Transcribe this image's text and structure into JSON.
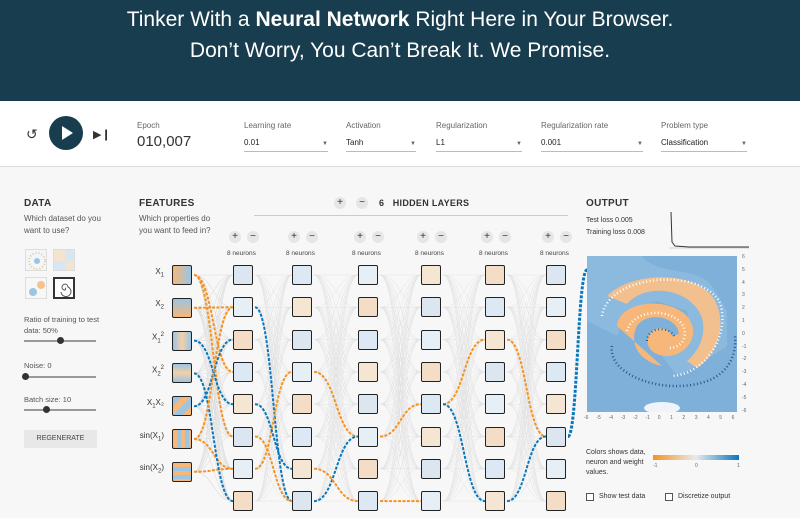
{
  "hero": {
    "line1_pre": "Tinker With a ",
    "line1_bold": "Neural Network",
    "line1_post": " Right Here in Your Browser.",
    "line2": "Don’t Worry, You Can’t Break It. We Promise."
  },
  "controls": {
    "reset_icon": "reset-icon",
    "play_icon": "play-icon",
    "step_icon": "step-icon",
    "epoch_label": "Epoch",
    "epoch_value": "010,007",
    "learning_rate_label": "Learning rate",
    "learning_rate_value": "0.01",
    "activation_label": "Activation",
    "activation_value": "Tanh",
    "regularization_label": "Regularization",
    "regularization_value": "L1",
    "reg_rate_label": "Regularization rate",
    "reg_rate_value": "0.001",
    "problem_type_label": "Problem type",
    "problem_type_value": "Classification"
  },
  "data_panel": {
    "title": "DATA",
    "subtitle": "Which dataset do you want to use?",
    "ratio_label": "Ratio of training to test data:  50%",
    "ratio_value": 50,
    "noise_label": "Noise:  0",
    "noise_value": 0,
    "batch_label": "Batch size:  10",
    "batch_value": 10,
    "regenerate": "REGENERATE"
  },
  "features": {
    "title": "FEATURES",
    "subtitle": "Which properties do you want to feed in?",
    "items": [
      {
        "label": "X",
        "sub": "1",
        "sup": ""
      },
      {
        "label": "X",
        "sub": "2",
        "sup": ""
      },
      {
        "label": "X",
        "sub": "1",
        "sup": "2"
      },
      {
        "label": "X",
        "sub": "2",
        "sup": "2"
      },
      {
        "label": "X",
        "sub": "1",
        "sup": "",
        "extra": "X₂"
      },
      {
        "label": "sin(X",
        "sub": "1",
        "sup": "",
        "close": ")"
      },
      {
        "label": "sin(X",
        "sub": "2",
        "sup": "",
        "close": ")"
      }
    ]
  },
  "hidden": {
    "count": "6",
    "title": "HIDDEN LAYERS",
    "plus": "+",
    "minus": "−",
    "layers": [
      {
        "neurons": "8 neurons"
      },
      {
        "neurons": "8 neurons"
      },
      {
        "neurons": "8 neurons"
      },
      {
        "neurons": "8 neurons"
      },
      {
        "neurons": "8 neurons"
      },
      {
        "neurons": "8 neurons"
      }
    ]
  },
  "output": {
    "title": "OUTPUT",
    "test_loss": "Test loss 0.005",
    "training_loss": "Training loss 0.008",
    "axis_right": [
      "6",
      "5",
      "4",
      "3",
      "2",
      "1",
      "0",
      "-1",
      "-2",
      "-3",
      "-4",
      "-5",
      "-6"
    ],
    "axis_bottom": [
      "-6",
      "-5",
      "-4",
      "-3",
      "-2",
      "-1",
      "0",
      "1",
      "2",
      "3",
      "4",
      "5",
      "6"
    ],
    "legend_text": "Colors shows data, neuron and weight values.",
    "colorbar_min": "-1",
    "colorbar_mid": "0",
    "colorbar_max": "1",
    "show_test_data": "Show test data",
    "discretize_output": "Discretize output"
  },
  "colors": {
    "orange": "#f59322",
    "blue": "#0877bd",
    "dark": "#183d4e"
  }
}
